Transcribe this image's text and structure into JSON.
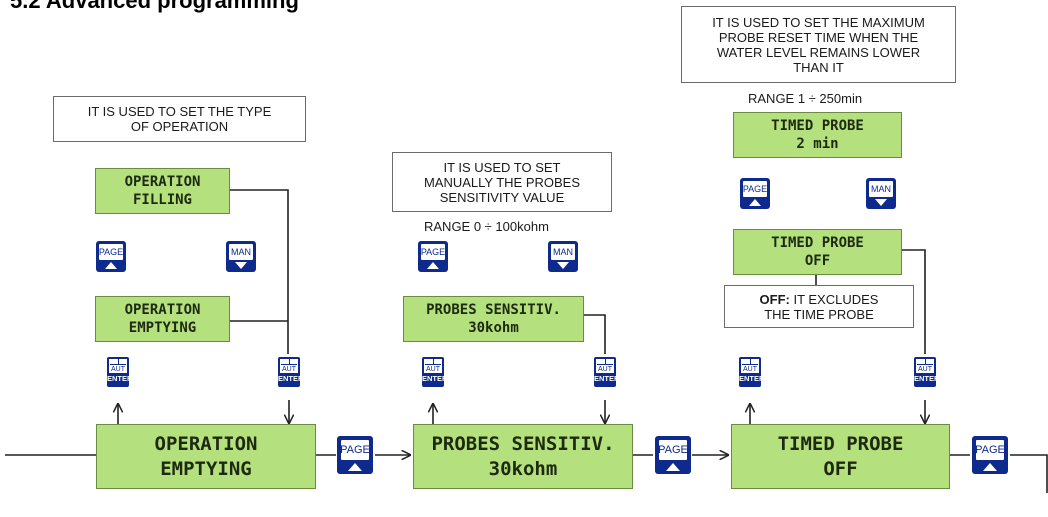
{
  "title": "5.2 Advanced programming",
  "notes": {
    "type_of_operation": [
      "IT IS USED TO SET THE TYPE",
      "OF OPERATION"
    ],
    "probes_sensitivity": [
      "IT IS USED TO SET",
      "MANUALLY THE PROBES",
      "SENSITIVITY VALUE"
    ],
    "max_reset_time": [
      "IT IS USED TO SET THE MAXIMUM",
      "PROBE RESET TIME WHEN THE",
      "WATER LEVEL REMAINS LOWER",
      "THAN IT"
    ],
    "off_excludes": {
      "bold": "OFF:",
      "rest": " IT EXCLUDES",
      "line2": "THE TIME PROBE"
    }
  },
  "ranges": {
    "sensitivity": "RANGE 0 ÷ 100kohm",
    "timed": "RANGE 1 ÷ 250min"
  },
  "displays": {
    "operation_filling": [
      "OPERATION",
      "FILLING"
    ],
    "operation_emptying_small": [
      "OPERATION",
      "EMPTYING"
    ],
    "probes_sensitiv_small": [
      "PROBES SENSITIV.",
      "30kohm"
    ],
    "timed_probe_2min": [
      "TIMED PROBE",
      "2 min"
    ],
    "timed_probe_off_small": [
      "TIMED PROBE",
      "OFF"
    ],
    "operation_emptying_main": [
      "OPERATION",
      "EMPTYING"
    ],
    "probes_sensitiv_main": [
      "PROBES SENSITIV.",
      "30kohm"
    ],
    "timed_probe_off_main": [
      "TIMED PROBE",
      "OFF"
    ]
  },
  "keys": {
    "page": "PAGE",
    "man": "MAN",
    "aut_top": "AUT",
    "enter": "ENTER"
  },
  "colors": {
    "lcd_green": "#b5e07e",
    "key_blue": "#0d2a8c"
  }
}
